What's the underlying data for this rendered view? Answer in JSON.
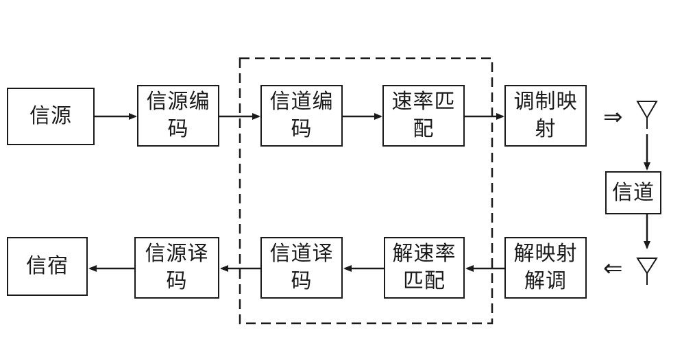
{
  "blocks": {
    "source": "信源",
    "source_encoding": "信源编码",
    "channel_encoding": "信道编码",
    "rate_matching": "速率匹配",
    "modulation_mapping": "调制映射",
    "channel": "信道",
    "sink": "信宿",
    "source_decoding": "信源译码",
    "channel_decoding": "信道译码",
    "rate_dematching": "解速率匹配",
    "demapping_demodulation": "解映射解调"
  },
  "symbols": {
    "tx_arrow": "⇒",
    "rx_arrow": "⇐"
  },
  "colors": {
    "stroke": "#1a1a1a",
    "background": "#ffffff"
  }
}
